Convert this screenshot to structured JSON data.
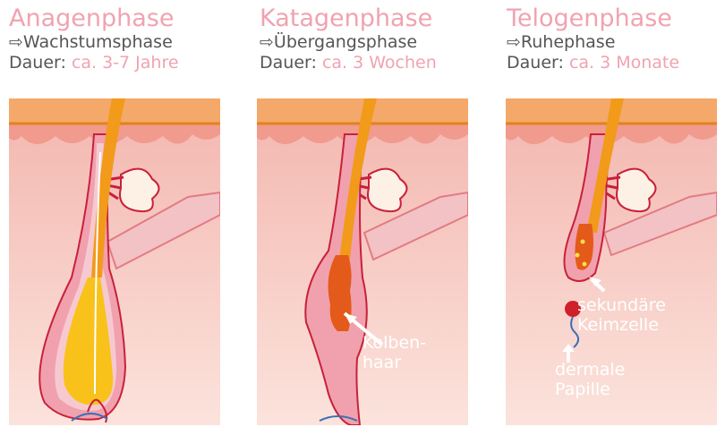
{
  "phases": [
    {
      "title": "Anagenphase",
      "arrow": "⇨",
      "subtitle": "Wachstumsphase",
      "duration_label": "Dauer:",
      "duration_value": "ca. 3-7 Jahre"
    },
    {
      "title": "Katagenphase",
      "arrow": "⇨",
      "subtitle": "Übergangsphase",
      "duration_label": "Dauer:",
      "duration_value": "ca. 3 Wochen"
    },
    {
      "title": "Telogenphase",
      "arrow": "⇨",
      "subtitle": "Ruhephase",
      "duration_label": "Dauer:",
      "duration_value": "ca. 3 Monate"
    }
  ],
  "annotations": {
    "kolben_line1": "Kolben-",
    "kolben_line2": "haar",
    "keimzelle_line1": "sekundäre",
    "keimzelle_line2": "Keimzelle",
    "papille_line1": "dermale",
    "papille_line2": "Papille"
  },
  "colors": {
    "title_pink": "#f0a3b0",
    "text_gray": "#555555",
    "skin_top": "#f4a96a",
    "dermis": "#f6cfc6",
    "follicle": "#e98a95",
    "hair_orange": "#f29a1a",
    "hair_yellow": "#f8c21b",
    "blood_red": "#d0202a"
  }
}
